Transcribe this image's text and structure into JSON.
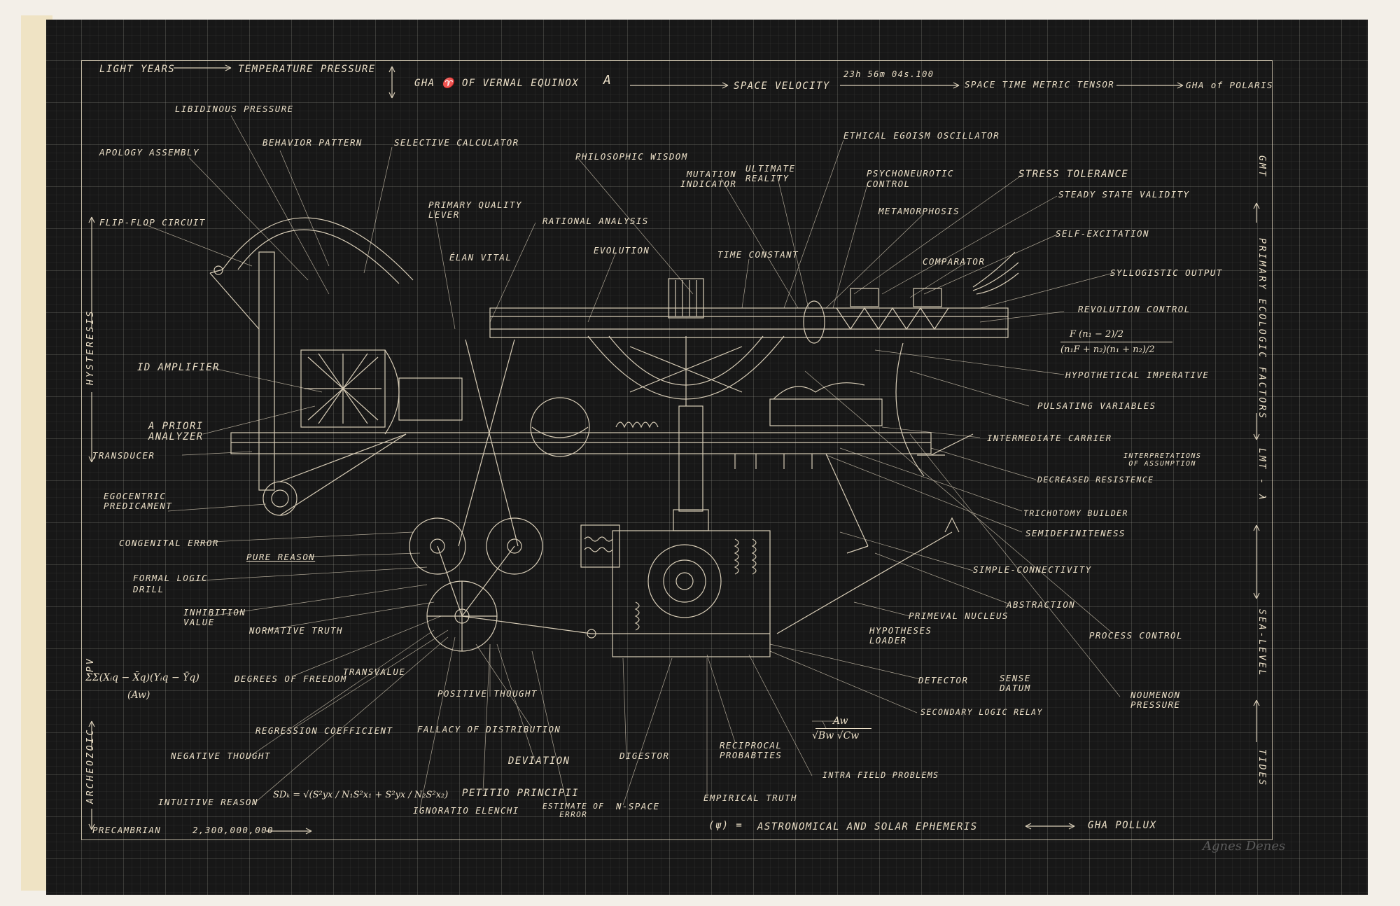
{
  "header": {
    "light_years": "LIGHT YEARS",
    "temperature_pressure": "TEMPERATURE PRESSURE",
    "gha_vernal": "GHA ♈ OF VERNAL EQUINOX",
    "a": "A",
    "space_velocity": "SPACE VELOCITY",
    "time_value": "23h 56m 04s.100",
    "space_time_metric": "SPACE TIME METRIC TENSOR",
    "gha_polaris": "GHA of POLARIS"
  },
  "right_axis": {
    "gmt": "GMT",
    "primary_ecologic": "PRIMARY ECOLOGIC FACTORS",
    "lmt": "LMT - λ",
    "sea_level": "SEA-LEVEL",
    "tides": "TIDES"
  },
  "left_axis": {
    "hysteresis": "HYSTERESIS",
    "pv": "PV",
    "archeozoic": "ARCHEOZOIC"
  },
  "footer": {
    "precambrian": "PRECAMBRIAN",
    "years": "2,300,000,000",
    "psi": "(ψ) =",
    "ephemeris": "ASTRONOMICAL AND SOLAR EPHEMERIS",
    "gha_pollux": "GHA POLLUX"
  },
  "formulas": {
    "f_num": "F (n₁ − 2)/2",
    "f_den": "(n₁F + n₂)(n₁ + n₂)/2",
    "sum_formula": "ΣΣ(Xᵢq − X̄q)(Yᵢq − Ȳq)",
    "sum_den": "(Aw)",
    "sd_formula": "SDₖ = √(S²yx / N₁S²x₁ + S²yx / N₂S²x₂)",
    "aw_num": "Aw",
    "aw_den": "√Bw √Cw"
  },
  "labels": {
    "libidinous_pressure": "LIBIDINOUS PRESSURE",
    "apology_assembly": "APOLOGY ASSEMBLY",
    "behavior_pattern": "BEHAVIOR PATTERN",
    "selective_calculator": "SELECTIVE CALCULATOR",
    "philosophic_wisdom": "PHILOSOPHIC WISDOM",
    "ethical_egoism": "ETHICAL EGOISM OSCILLATOR",
    "mutation_indicator": "MUTATION\nINDICATOR",
    "ultimate_reality": "ULTIMATE\nREALITY",
    "psychoneurotic_control": "PSYCHONEUROTIC\nCONTROL",
    "stress_tolerance": "STRESS TOLERANCE",
    "steady_state": "STEADY STATE VALIDITY",
    "primary_quality_lever": "PRIMARY QUALITY\nLEVER",
    "metamorphosis": "METAMORPHOSIS",
    "flip_flop": "FLIP-FLOP CIRCUIT",
    "rational_analysis": "RATIONAL ANALYSIS",
    "self_excitation": "SELF-EXCITATION",
    "elan_vital": "ÉLAN VITAL",
    "evolution": "EVOLUTION",
    "time_constant": "TIME CONSTANT",
    "comparator": "COMPARATOR",
    "syllogistic_output": "SYLLOGISTIC OUTPUT",
    "revolution_control": "REVOLUTION CONTROL",
    "id_amplifier": "ID AMPLIFIER",
    "hypothetical_imperative": "HYPOTHETICAL IMPERATIVE",
    "pulsating_variables": "PULSATING VARIABLES",
    "a_priori_analyzer": "A PRIORI\nANALYZER",
    "intermediate_carrier": "INTERMEDIATE CARRIER",
    "interpretations": "INTERPRETATIONS\nOF ASSUMPTION",
    "transducer": "TRANSDUCER",
    "decreased_resistence": "DECREASED RESISTENCE",
    "egocentric_predicament": "EGOCENTRIC\nPREDICAMENT",
    "trichotomy_builder": "TRICHOTOMY BUILDER",
    "semidefiniteness": "SEMIDEFINITENESS",
    "congenital_error": "CONGENITAL ERROR",
    "pure_reason": "PURE REASON",
    "simple_connectivity": "SIMPLE-CONNECTIVITY",
    "formal_logic_drill": "FORMAL LOGIC\nDRILL",
    "abstraction": "ABSTRACTION",
    "primeval_nucleus": "PRIMEVAL NUCLEUS",
    "inhibition_value": "INHIBITION\nVALUE",
    "normative_truth": "NORMATIVE TRUTH",
    "hypotheses_loader": "HYPOTHESES\nLOADER",
    "process_control": "PROCESS CONTROL",
    "transvalue": "TRANSVALUE",
    "degrees_of_freedom": "DEGREES OF FREEDOM",
    "detector": "DETECTOR",
    "sense_datum": "SENSE\nDATUM",
    "positive_thought": "POSITIVE THOUGHT",
    "noumenon_pressure": "NOUMENON\nPRESSURE",
    "secondary_logic_relay": "SECONDARY LOGIC RELAY",
    "regression_coefficient": "REGRESSION COEFFICIENT",
    "fallacy_of_distribution": "FALLACY OF DISTRIBUTION",
    "reciprocal_probabties": "RECIPROCAL\nPROBABTIES",
    "negative_thought": "NEGATIVE THOUGHT",
    "deviation": "DEVIATION",
    "digestor": "DIGESTOR",
    "intra_field_problems": "INTRA FIELD PROBLEMS",
    "intuitive_reason": "INTUITIVE REASON",
    "petitio_principii": "PETITIO PRINCIPII",
    "empirical_truth": "EMPIRICAL TRUTH",
    "ignoratio_elenchi": "IGNORATIO ELENCHI",
    "estimate_of_error": "ESTIMATE OF\nERROR",
    "n_space": "N-SPACE"
  },
  "signature": "Agnes Denes",
  "colors": {
    "sheet": "#171717",
    "ink": "#ece0c8",
    "wall": "#f3efe8",
    "paper": "#efe3c4"
  }
}
